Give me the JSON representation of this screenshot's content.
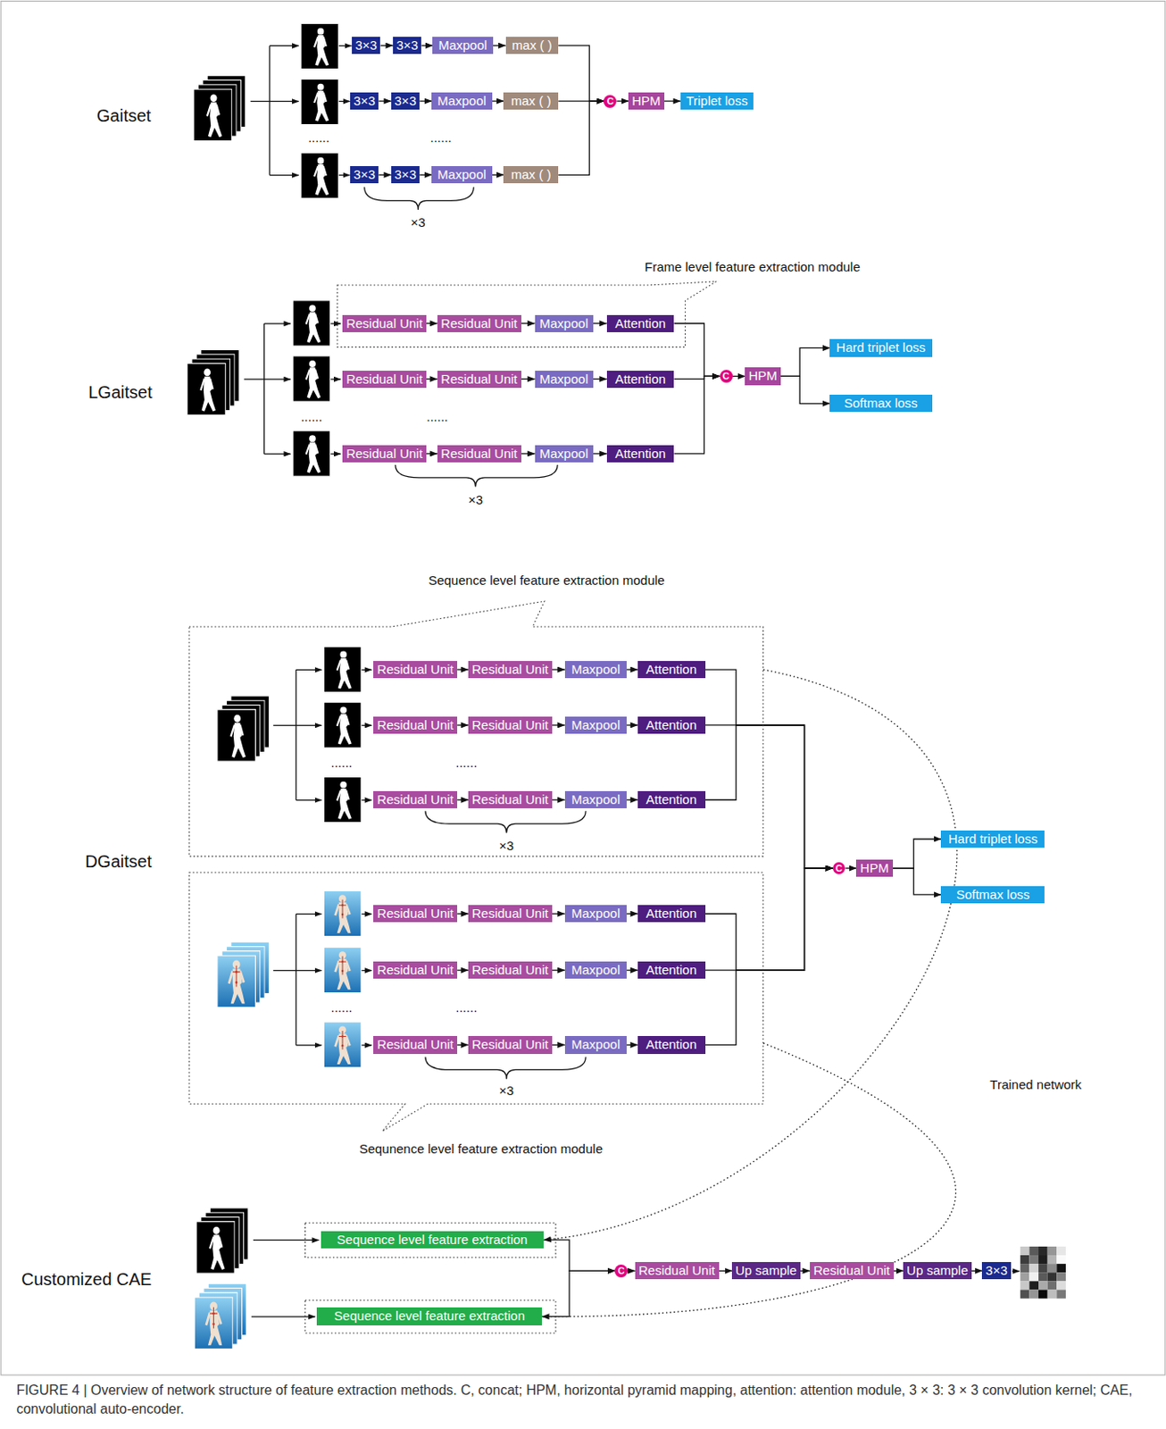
{
  "diagram": {
    "caption": "FIGURE 4 | Overview of network structure of feature extraction methods. C, concat; HPM, horizontal pyramid mapping, attention: attention module, 3 × 3: 3 × 3 convolution kernel; CAE, convolutional auto-encoder.",
    "nodes": [
      {
        "text": [
          "3×3"
        ]
      },
      {
        "text": [
          "3×3"
        ]
      },
      {
        "text": [
          "Maxpool"
        ]
      },
      {
        "text": [
          "max ( )"
        ]
      },
      {
        "text": [
          "3×3"
        ]
      },
      {
        "text": [
          "3×3"
        ]
      },
      {
        "text": [
          "Maxpool"
        ]
      },
      {
        "text": [
          "max ( )"
        ]
      },
      {
        "text": [
          "3×3"
        ]
      },
      {
        "text": [
          "3×3"
        ]
      },
      {
        "text": [
          "Maxpool"
        ]
      },
      {
        "text": [
          "max ( )"
        ]
      },
      {
        "text": [
          "C"
        ]
      },
      {
        "text": [
          "HPM"
        ]
      },
      {
        "text": [
          "Triplet loss"
        ]
      },
      {
        "text": [
          "Frame level feature extraction module"
        ]
      },
      {
        "text": [
          "Residual Unit"
        ],
        "in": 15
      },
      {
        "text": [
          "Residual Unit"
        ],
        "in": 15
      },
      {
        "text": [
          "Maxpool"
        ],
        "in": 15
      },
      {
        "text": [
          "Attention"
        ],
        "in": 15
      },
      {
        "text": [
          "Residual Unit"
        ]
      },
      {
        "text": [
          "Residual Unit"
        ]
      },
      {
        "text": [
          "Maxpool"
        ]
      },
      {
        "text": [
          "Attention"
        ]
      },
      {
        "text": [
          "Residual Unit"
        ]
      },
      {
        "text": [
          "Residual Unit"
        ]
      },
      {
        "text": [
          "Maxpool"
        ]
      },
      {
        "text": [
          "Attention"
        ]
      },
      {
        "text": [
          "C"
        ]
      },
      {
        "text": [
          "HPM"
        ]
      },
      {
        "text": [
          "Hard triplet loss"
        ]
      },
      {
        "text": [
          "Softmax loss"
        ]
      },
      {
        "text": [
          "Sequence level feature extraction module"
        ]
      },
      {
        "text": [
          "Residual Unit"
        ],
        "in": 32
      },
      {
        "text": [
          "Residual Unit"
        ],
        "in": 32
      },
      {
        "text": [
          "Maxpool"
        ],
        "in": 32
      },
      {
        "text": [
          "Attention"
        ],
        "in": 32
      },
      {
        "text": [
          "Residual Unit"
        ],
        "in": 32
      },
      {
        "text": [
          "Residual Unit"
        ],
        "in": 32
      },
      {
        "text": [
          "Maxpool"
        ],
        "in": 32
      },
      {
        "text": [
          "Attention"
        ],
        "in": 32
      },
      {
        "text": [
          "Residual Unit"
        ],
        "in": 32
      },
      {
        "text": [
          "Residual Unit"
        ],
        "in": 32
      },
      {
        "text": [
          "Maxpool"
        ],
        "in": 32
      },
      {
        "text": [
          "Attention"
        ],
        "in": 32
      },
      {
        "text": [
          "Sequnence level feature extraction module"
        ]
      },
      {
        "text": [
          "Residual Unit"
        ],
        "in": 45
      },
      {
        "text": [
          "Residual Unit"
        ],
        "in": 45
      },
      {
        "text": [
          "Maxpool"
        ],
        "in": 45
      },
      {
        "text": [
          "Attention"
        ],
        "in": 45
      },
      {
        "text": [
          "Residual Unit"
        ],
        "in": 45
      },
      {
        "text": [
          "Residual Unit"
        ],
        "in": 45
      },
      {
        "text": [
          "Maxpool"
        ],
        "in": 45
      },
      {
        "text": [
          "Attention"
        ],
        "in": 45
      },
      {
        "text": [
          "Residual Unit"
        ],
        "in": 45
      },
      {
        "text": [
          "Residual Unit"
        ],
        "in": 45
      },
      {
        "text": [
          "Maxpool"
        ],
        "in": 45
      },
      {
        "text": [
          "Attention"
        ],
        "in": 45
      },
      {
        "text": [
          "C"
        ]
      },
      {
        "text": [
          "HPM"
        ]
      },
      {
        "text": [
          "Hard triplet loss"
        ]
      },
      {
        "text": [
          "Softmax loss"
        ]
      },
      {
        "text": [
          "Sequence level feature extraction"
        ]
      },
      {
        "text": [
          "Sequence level feature extraction"
        ]
      },
      {
        "text": [
          "C"
        ]
      },
      {
        "text": [
          "Residual Unit"
        ]
      },
      {
        "text": [
          "Up sample"
        ]
      },
      {
        "text": [
          "Residual Unit"
        ]
      },
      {
        "text": [
          "Up sample"
        ]
      },
      {
        "text": [
          "3×3"
        ]
      }
    ],
    "edges": [
      {
        "from": 0,
        "to": 1,
        "arrow": "to"
      },
      {
        "from": 1,
        "to": 2,
        "arrow": "to"
      },
      {
        "from": 2,
        "to": 3,
        "arrow": "to"
      },
      {
        "from": 4,
        "to": 5,
        "arrow": "to"
      },
      {
        "from": 5,
        "to": 6,
        "arrow": "to"
      },
      {
        "from": 6,
        "to": 7,
        "arrow": "to"
      },
      {
        "from": 8,
        "to": 9,
        "arrow": "to"
      },
      {
        "from": 9,
        "to": 10,
        "arrow": "to"
      },
      {
        "from": 10,
        "to": 11,
        "arrow": "to"
      },
      {
        "from": 3,
        "to": 12,
        "arrow": "to"
      },
      {
        "from": 7,
        "to": 12,
        "arrow": "to"
      },
      {
        "from": 11,
        "to": 12,
        "arrow": "to"
      },
      {
        "from": 12,
        "to": 13,
        "arrow": "to"
      },
      {
        "from": 13,
        "to": 14,
        "arrow": "to"
      },
      {
        "from": 16,
        "to": 17,
        "arrow": "to"
      },
      {
        "from": 17,
        "to": 18,
        "arrow": "to"
      },
      {
        "from": 18,
        "to": 19,
        "arrow": "to"
      },
      {
        "from": 20,
        "to": 21,
        "arrow": "to"
      },
      {
        "from": 21,
        "to": 22,
        "arrow": "to"
      },
      {
        "from": 22,
        "to": 23,
        "arrow": "to"
      },
      {
        "from": 24,
        "to": 25,
        "arrow": "to"
      },
      {
        "from": 25,
        "to": 26,
        "arrow": "to"
      },
      {
        "from": 26,
        "to": 27,
        "arrow": "to"
      },
      {
        "from": 19,
        "to": 28,
        "arrow": "to"
      },
      {
        "from": 23,
        "to": 28,
        "arrow": "to"
      },
      {
        "from": 27,
        "to": 28,
        "arrow": "to"
      },
      {
        "from": 28,
        "to": 29,
        "arrow": "to"
      },
      {
        "from": 29,
        "to": 30,
        "arrow": "to"
      },
      {
        "from": 29,
        "to": 31,
        "arrow": "to"
      },
      {
        "from": 33,
        "to": 34,
        "arrow": "to"
      },
      {
        "from": 34,
        "to": 35,
        "arrow": "to"
      },
      {
        "from": 35,
        "to": 36,
        "arrow": "to"
      },
      {
        "from": 37,
        "to": 38,
        "arrow": "to"
      },
      {
        "from": 38,
        "to": 39,
        "arrow": "to"
      },
      {
        "from": 39,
        "to": 40,
        "arrow": "to"
      },
      {
        "from": 41,
        "to": 42,
        "arrow": "to"
      },
      {
        "from": 42,
        "to": 43,
        "arrow": "to"
      },
      {
        "from": 43,
        "to": 44,
        "arrow": "to"
      },
      {
        "from": 46,
        "to": 47,
        "arrow": "to"
      },
      {
        "from": 47,
        "to": 48,
        "arrow": "to"
      },
      {
        "from": 48,
        "to": 49,
        "arrow": "to"
      },
      {
        "from": 50,
        "to": 51,
        "arrow": "to"
      },
      {
        "from": 51,
        "to": 52,
        "arrow": "to"
      },
      {
        "from": 52,
        "to": 53,
        "arrow": "to"
      },
      {
        "from": 54,
        "to": 55,
        "arrow": "to"
      },
      {
        "from": 55,
        "to": 56,
        "arrow": "to"
      },
      {
        "from": 56,
        "to": 57,
        "arrow": "to"
      },
      {
        "from": 36,
        "to": 58,
        "arrow": "to"
      },
      {
        "from": 40,
        "to": 58,
        "arrow": "to"
      },
      {
        "from": 44,
        "to": 58,
        "arrow": "to"
      },
      {
        "from": 49,
        "to": 58,
        "arrow": "to"
      },
      {
        "from": 53,
        "to": 58,
        "arrow": "to"
      },
      {
        "from": 57,
        "to": 58,
        "arrow": "to"
      },
      {
        "from": 58,
        "to": 59,
        "arrow": "to"
      },
      {
        "from": 59,
        "to": 60,
        "arrow": "to"
      },
      {
        "from": 59,
        "to": 61,
        "arrow": "to"
      },
      {
        "from": 32,
        "to": 62,
        "arrow": "to"
      },
      {
        "from": 45,
        "to": 63,
        "arrow": "to"
      },
      {
        "from": 62,
        "to": 64,
        "arrow": "to"
      },
      {
        "from": 63,
        "to": 64,
        "arrow": "to"
      },
      {
        "from": 64,
        "to": 65,
        "arrow": "to"
      },
      {
        "from": 65,
        "to": 66,
        "arrow": "to"
      },
      {
        "from": 66,
        "to": 67,
        "arrow": "to"
      },
      {
        "from": 67,
        "to": 68,
        "arrow": "to"
      },
      {
        "from": 68,
        "to": 69,
        "arrow": "to"
      }
    ],
    "labels": [
      "Gaitset",
      "......",
      "......",
      "×3",
      "LGaitset",
      "......",
      "......",
      "×3",
      "DGaitset",
      "......",
      "......",
      "×3",
      "......",
      "......",
      "×3",
      "Trained network",
      "Customized CAE"
    ]
  }
}
